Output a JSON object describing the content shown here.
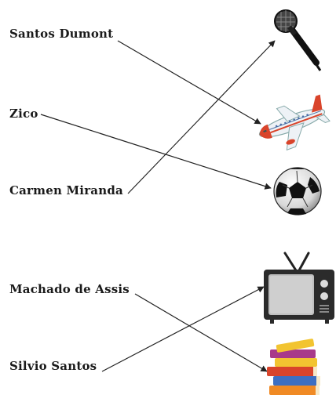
{
  "people": [
    {
      "id": "santos",
      "name": "Santos Dumont"
    },
    {
      "id": "zico",
      "name": "Zico"
    },
    {
      "id": "carmen",
      "name": "Carmen Miranda"
    },
    {
      "id": "machado",
      "name": "Machado de Assis"
    },
    {
      "id": "silvio",
      "name": "Silvio Santos"
    }
  ],
  "icons": [
    {
      "id": "microphone",
      "name": "microphone-icon"
    },
    {
      "id": "airplane",
      "name": "airplane-icon"
    },
    {
      "id": "ball",
      "name": "soccer-ball-icon"
    },
    {
      "id": "tv",
      "name": "television-icon"
    },
    {
      "id": "books",
      "name": "books-icon"
    }
  ],
  "connections": [
    {
      "from": "Santos Dumont",
      "to": "airplane-icon"
    },
    {
      "from": "Zico",
      "to": "soccer-ball-icon"
    },
    {
      "from": "Carmen Miranda",
      "to": "microphone-icon"
    },
    {
      "from": "Machado de Assis",
      "to": "books-icon"
    },
    {
      "from": "Silvio Santos",
      "to": "television-icon"
    }
  ],
  "colors": {
    "text": "#1a1a1a",
    "line": "#222222",
    "airplane_accent": "#d9442b",
    "airplane_body": "#eef2f6",
    "tv_body": "#2b2b2b",
    "tv_screen": "#bfbfbf"
  }
}
